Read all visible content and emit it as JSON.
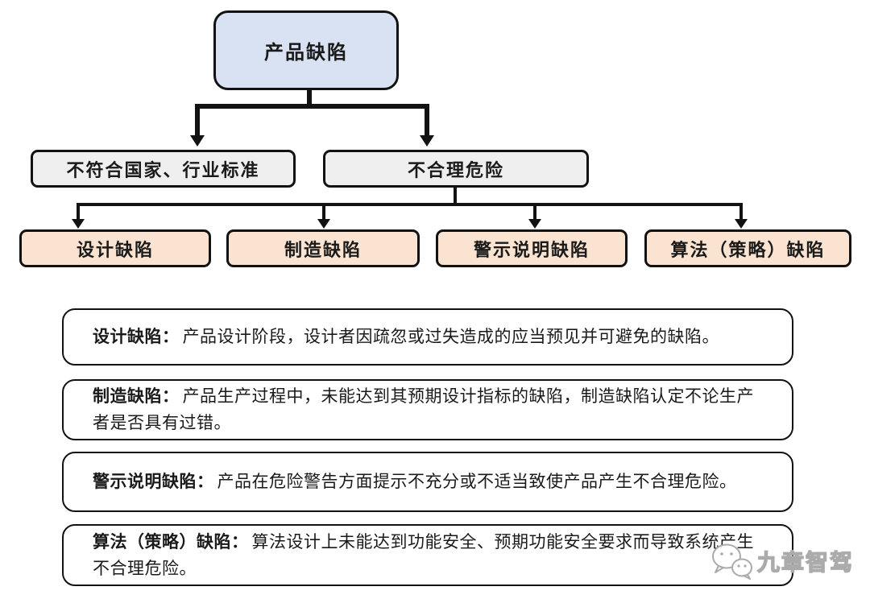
{
  "diagram": {
    "root": {
      "label": "产品缺陷"
    },
    "level2": [
      {
        "label": "不符合国家、行业标准"
      },
      {
        "label": "不合理危险"
      }
    ],
    "level3": [
      {
        "label": "设计缺陷"
      },
      {
        "label": "制造缺陷"
      },
      {
        "label": "警示说明缺陷"
      },
      {
        "label": "算法（策略）缺陷"
      }
    ],
    "definitions": [
      {
        "term": "设计缺陷：",
        "text": "产品设计阶段，设计者因疏忽或过失造成的应当预见并可避免的缺陷。"
      },
      {
        "term": "制造缺陷：",
        "text": "产品生产过程中，未能达到其预期设计指标的缺陷，制造缺陷认定不论生产者是否具有过错。"
      },
      {
        "term": "警示说明缺陷：",
        "text": "产品在危险警告方面提示不充分或不适当致使产品产生不合理危险。"
      },
      {
        "term": "算法（策略）缺陷：",
        "text": "算法设计上未能达到功能安全、预期功能安全要求而导致系统产生不合理危险。"
      }
    ],
    "watermark": {
      "label": "九章智驾",
      "icon": "wechat-bubbles-icon"
    },
    "colors": {
      "root_fill": "#d9e2f3",
      "level2_fill": "#efefef",
      "level3_fill": "#fae3d0",
      "border": "#121212",
      "watermark_gray": "#ababab"
    }
  }
}
